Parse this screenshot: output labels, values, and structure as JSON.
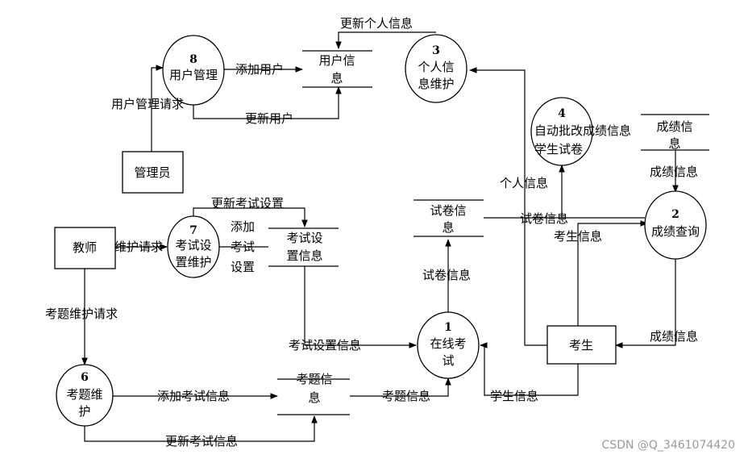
{
  "processes": {
    "p1": {
      "number": "1",
      "line1": "在线考",
      "line2": "试"
    },
    "p2": {
      "number": "2",
      "line1": "成绩查询"
    },
    "p3": {
      "number": "3",
      "line1": "个人信",
      "line2": "息维护"
    },
    "p4": {
      "number": "4",
      "line1": "自动批改成绩信息",
      "line2": "学生试卷"
    },
    "p6": {
      "number": "6",
      "line1": "考题维",
      "line2": "护"
    },
    "p7": {
      "number": "7",
      "line1": "考试设",
      "line2": "置维护"
    },
    "p8": {
      "number": "8",
      "line1": "用户管理"
    }
  },
  "entities": {
    "admin": "管理员",
    "teacher": "教师",
    "student": "考生"
  },
  "stores": {
    "user_info": {
      "line1": "用户信",
      "line2": "息"
    },
    "score_info": {
      "line1": "成绩信",
      "line2": "息"
    },
    "paper_info": {
      "line1": "试卷信",
      "line2": "息"
    },
    "exam_settings": {
      "line1": "考试设",
      "line2": "置信息"
    },
    "question_info": {
      "line1": "考题信",
      "line2": "息"
    }
  },
  "flows": {
    "update_personal_info": "更新个人信息",
    "add_user": "添加用户",
    "user_mgmt_request": "用户管理请求",
    "update_user": "更新用户",
    "update_exam_settings": "更新考试设置",
    "add_exam_settings_1": "添加",
    "add_exam_settings_2": "考试",
    "add_exam_settings_3": "设置",
    "maintenance_request": "维护请求",
    "question_maint_request": "考题维护请求",
    "personal_info": "个人信息",
    "paper_info_to_grading": "试卷信息",
    "student_info_to_score": "考生信息",
    "score_info_from_store": "成绩信息",
    "paper_info_from_exam": "试卷信息",
    "exam_settings_info": "考试设置信息",
    "add_exam_info": "添加考试信息",
    "question_info_flow": "考题信息",
    "student_info_flow": "学生信息",
    "score_info_to_student": "成绩信息",
    "update_exam_info": "更新考试信息"
  },
  "watermark": "CSDN @Q_3461074420"
}
